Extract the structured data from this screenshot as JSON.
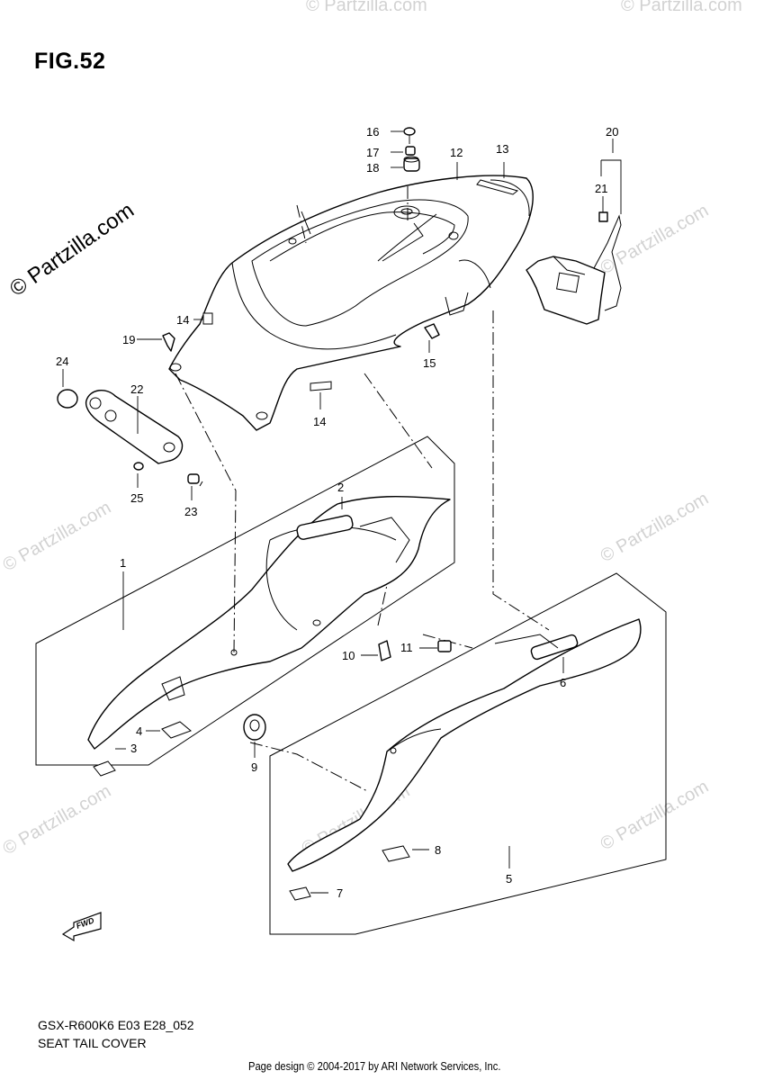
{
  "figure": {
    "title": "FIG.52"
  },
  "footer": {
    "model_code": "GSX-R600K6 E03 E28_052",
    "caption": "SEAT TAIL COVER",
    "credit": "Page design © 2004-2017 by ARI Network Services, Inc."
  },
  "watermark": {
    "main": "© Partzilla.com",
    "repeat": "© Partzilla.com"
  },
  "forward_badge": "FWD",
  "callouts": [
    {
      "id": "1",
      "label": "1"
    },
    {
      "id": "2",
      "label": "2"
    },
    {
      "id": "3",
      "label": "3"
    },
    {
      "id": "4",
      "label": "4"
    },
    {
      "id": "5",
      "label": "5"
    },
    {
      "id": "6",
      "label": "6"
    },
    {
      "id": "7",
      "label": "7"
    },
    {
      "id": "8",
      "label": "8"
    },
    {
      "id": "9",
      "label": "9"
    },
    {
      "id": "10",
      "label": "10"
    },
    {
      "id": "11",
      "label": "11"
    },
    {
      "id": "12",
      "label": "12"
    },
    {
      "id": "13",
      "label": "13"
    },
    {
      "id": "14a",
      "label": "14"
    },
    {
      "id": "14b",
      "label": "14"
    },
    {
      "id": "15",
      "label": "15"
    },
    {
      "id": "16",
      "label": "16"
    },
    {
      "id": "17",
      "label": "17"
    },
    {
      "id": "18",
      "label": "18"
    },
    {
      "id": "19",
      "label": "19"
    },
    {
      "id": "20",
      "label": "20"
    },
    {
      "id": "21",
      "label": "21"
    },
    {
      "id": "22",
      "label": "22"
    },
    {
      "id": "23",
      "label": "23"
    },
    {
      "id": "24",
      "label": "24"
    },
    {
      "id": "25",
      "label": "25"
    }
  ]
}
